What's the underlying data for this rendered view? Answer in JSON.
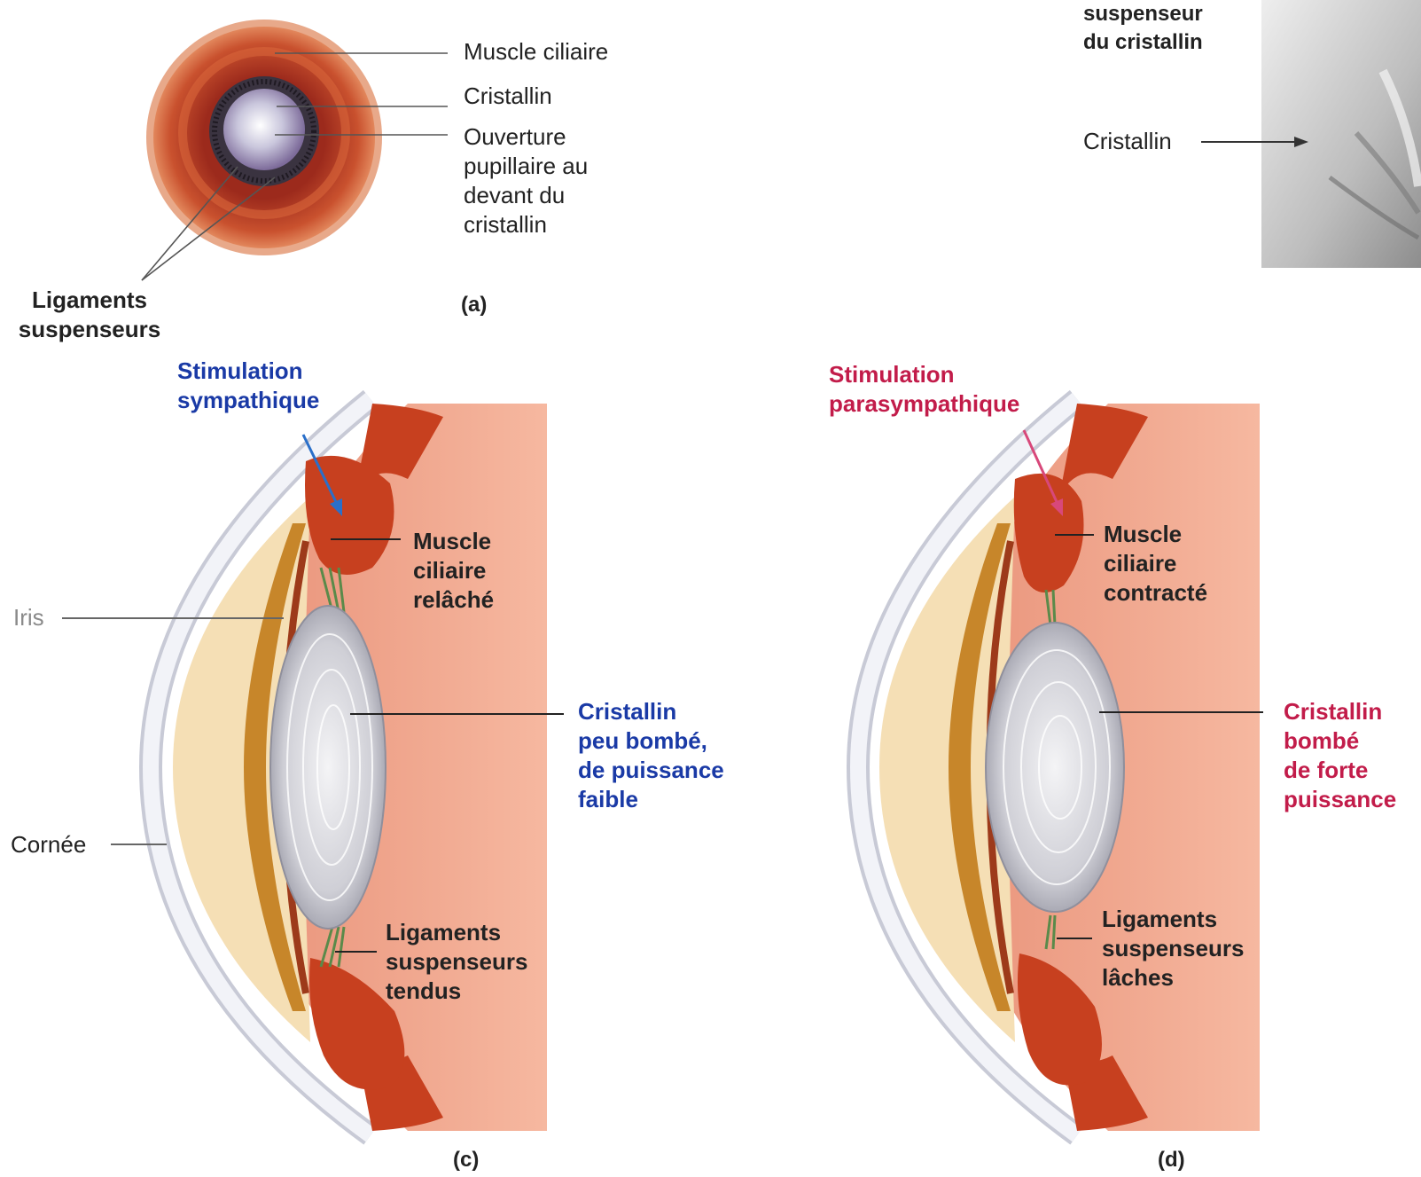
{
  "colors": {
    "sympathetic": "#1a3aa6",
    "parasympathetic": "#c21c4a",
    "muscle": "#c7401f",
    "eyeball": "#f1a78e",
    "lens": "#c9c9cf"
  },
  "panel_a": {
    "tag": "(a)",
    "labels": {
      "muscle": "Muscle ciliaire",
      "lens": "Cristallin",
      "pupil": [
        "Ouverture",
        "pupillaire au",
        "devant du",
        "cristallin"
      ],
      "ligaments": [
        "Ligaments",
        "suspenseurs"
      ]
    }
  },
  "panel_b": {
    "labels": {
      "ligament": [
        "suspenseur",
        "du cristallin"
      ],
      "lens": "Cristallin"
    }
  },
  "panel_c": {
    "tag": "(c)",
    "stimulation": [
      "Stimulation",
      "sympathique"
    ],
    "labels": {
      "muscle": [
        "Muscle",
        "ciliaire",
        "relâché"
      ],
      "lens": [
        "Cristallin",
        "peu bombé,",
        "de puissance",
        "faible"
      ],
      "ligaments": [
        "Ligaments",
        "suspenseurs",
        "tendus"
      ],
      "iris": "Iris",
      "cornea": "Cornée"
    }
  },
  "panel_d": {
    "tag": "(d)",
    "stimulation": [
      "Stimulation",
      "parasympathique"
    ],
    "labels": {
      "muscle": [
        "Muscle",
        "ciliaire",
        "contracté"
      ],
      "lens": [
        "Cristallin",
        "bombé",
        "de forte",
        "puissance"
      ],
      "ligaments": [
        "Ligaments",
        "suspenseurs",
        "lâches"
      ]
    }
  }
}
